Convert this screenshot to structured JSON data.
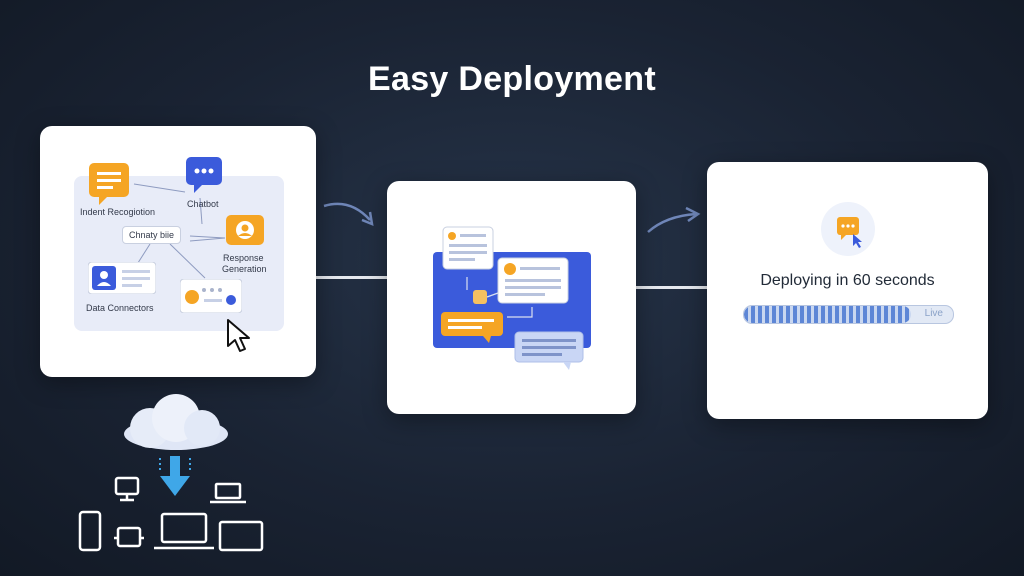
{
  "title": "Easy Deployment",
  "card1": {
    "intent_label": "Indent Recogiotion",
    "chatbot_label": "Chatbot",
    "middle_tag": "Chnaty biie",
    "response_label_1": "Response",
    "response_label_2": "Generation",
    "data_label": "Data Connectors"
  },
  "card3": {
    "deploy_text": "Deploying in 60 seconds",
    "live_label": "Live",
    "progress_fraction": 0.8
  },
  "colors": {
    "background": "#1a2333",
    "accent_blue": "#3b5bdb",
    "accent_orange": "#f5a524",
    "progress_blue": "#5d86d6"
  },
  "icons": [
    "chat-icon",
    "cursor-icon",
    "cloud-icon",
    "download-arrow-icon",
    "phone-icon",
    "laptop-icon",
    "monitor-icon",
    "tablet-icon"
  ]
}
